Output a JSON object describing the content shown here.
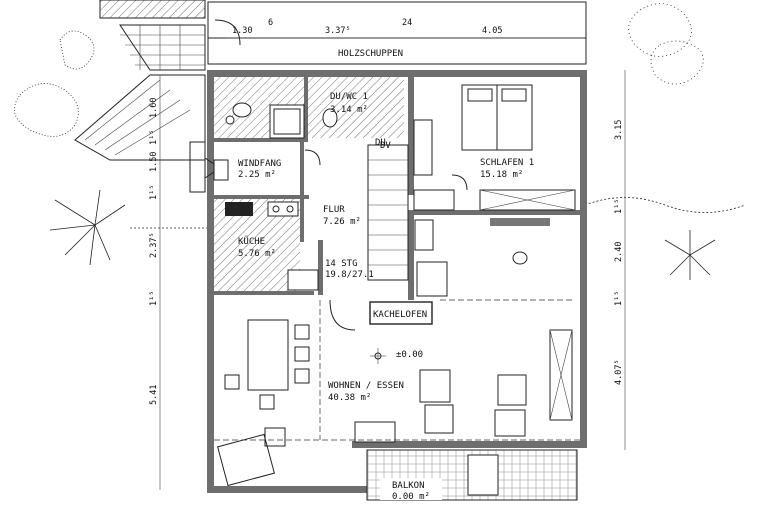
{
  "top_dims": [
    "1.30",
    "6",
    "3.37⁵",
    "24",
    "4.05"
  ],
  "right_dims": [
    "3.15",
    "1¹⁵",
    "2.40",
    "1¹⁵",
    "4.07⁵"
  ],
  "left_dims": [
    "1.60",
    "1¹⁵",
    "1.50",
    "1¹⁵",
    "2.37⁵",
    "1¹⁵",
    "5.41"
  ],
  "rooms": {
    "holzschuppen": "HOLZSCHUPPEN",
    "dusche_name": "DU/WC 1",
    "dusche_area": "3.14 m²",
    "windfang_name": "WINDFANG",
    "windfang_area": "2.25 m²",
    "schlafen_name": "SCHLAFEN 1",
    "schlafen_area": "15.18 m²",
    "flur_name": "FLUR",
    "flur_area": "7.26 m²",
    "kueche_name": "KÜCHE",
    "kueche_area": "5.76 m²",
    "stairs_name": "14 STG",
    "stairs_ratio": "19.8/27.1",
    "kachelofen": "KACHELOFEN",
    "level": "±0.00",
    "wohnen_name": "WOHNEN / ESSEN",
    "wohnen_area": "40.38 m²",
    "balkon_name": "BALKON",
    "balkon_area": "0.00 m²",
    "dusche_mark": "DU",
    "dv_mark": "DV"
  }
}
